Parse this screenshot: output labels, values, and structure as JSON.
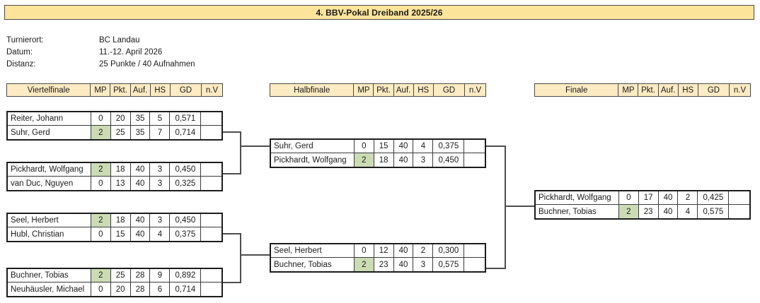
{
  "title": "4. BBV-Pokal Dreiband 2025/26",
  "info": [
    {
      "label": "Turnierort:",
      "value": "BC Landau"
    },
    {
      "label": "Datum:",
      "value": "11.-12. April 2026"
    },
    {
      "label": "Distanz:",
      "value": "25 Punkte / 40 Aufnahmen"
    }
  ],
  "columns": [
    "MP",
    "Pkt.",
    "Auf.",
    "HS",
    "GD",
    "n.V"
  ],
  "rounds": [
    {
      "name": "Viertelfinale"
    },
    {
      "name": "Halbfinale"
    },
    {
      "name": "Finale"
    }
  ],
  "colors": {
    "title_banner": "#fce49a",
    "round_header": "#fdebc3",
    "winner_highlight": "#cbdcb4",
    "border": "#1c1c1c",
    "connector": "#4d4d4d"
  },
  "quarterfinals": [
    {
      "players": [
        {
          "name": "Reiter, Johann",
          "mp": "0",
          "pkt": "20",
          "auf": "35",
          "hs": "5",
          "gd": "0,571",
          "nv": "",
          "winner": false
        },
        {
          "name": "Suhr, Gerd",
          "mp": "2",
          "pkt": "25",
          "auf": "35",
          "hs": "7",
          "gd": "0,714",
          "nv": "",
          "winner": true
        }
      ]
    },
    {
      "players": [
        {
          "name": "Pickhardt, Wolfgang",
          "mp": "2",
          "pkt": "18",
          "auf": "40",
          "hs": "3",
          "gd": "0,450",
          "nv": "",
          "winner": true
        },
        {
          "name": "van Duc, Nguyen",
          "mp": "0",
          "pkt": "13",
          "auf": "40",
          "hs": "3",
          "gd": "0,325",
          "nv": "",
          "winner": false
        }
      ]
    },
    {
      "players": [
        {
          "name": "Seel, Herbert",
          "mp": "2",
          "pkt": "18",
          "auf": "40",
          "hs": "3",
          "gd": "0,450",
          "nv": "",
          "winner": true
        },
        {
          "name": "Hubl, Christian",
          "mp": "0",
          "pkt": "15",
          "auf": "40",
          "hs": "4",
          "gd": "0,375",
          "nv": "",
          "winner": false
        }
      ]
    },
    {
      "players": [
        {
          "name": "Buchner, Tobias",
          "mp": "2",
          "pkt": "25",
          "auf": "28",
          "hs": "9",
          "gd": "0,892",
          "nv": "",
          "winner": true
        },
        {
          "name": "Neuhäusler, Michael",
          "mp": "0",
          "pkt": "20",
          "auf": "28",
          "hs": "6",
          "gd": "0,714",
          "nv": "",
          "winner": false
        }
      ]
    }
  ],
  "semifinals": [
    {
      "players": [
        {
          "name": "Suhr, Gerd",
          "mp": "0",
          "pkt": "15",
          "auf": "40",
          "hs": "4",
          "gd": "0,375",
          "nv": "",
          "winner": false
        },
        {
          "name": "Pickhardt, Wolfgang",
          "mp": "2",
          "pkt": "18",
          "auf": "40",
          "hs": "3",
          "gd": "0,450",
          "nv": "",
          "winner": true
        }
      ]
    },
    {
      "players": [
        {
          "name": "Seel, Herbert",
          "mp": "0",
          "pkt": "12",
          "auf": "40",
          "hs": "2",
          "gd": "0,300",
          "nv": "",
          "winner": false
        },
        {
          "name": "Buchner, Tobias",
          "mp": "2",
          "pkt": "23",
          "auf": "40",
          "hs": "3",
          "gd": "0,575",
          "nv": "",
          "winner": true
        }
      ]
    }
  ],
  "final": [
    {
      "players": [
        {
          "name": "Pickhardt, Wolfgang",
          "mp": "0",
          "pkt": "17",
          "auf": "40",
          "hs": "2",
          "gd": "0,425",
          "nv": "",
          "winner": false
        },
        {
          "name": "Buchner, Tobias",
          "mp": "2",
          "pkt": "23",
          "auf": "40",
          "hs": "4",
          "gd": "0,575",
          "nv": "",
          "winner": true
        }
      ]
    }
  ]
}
